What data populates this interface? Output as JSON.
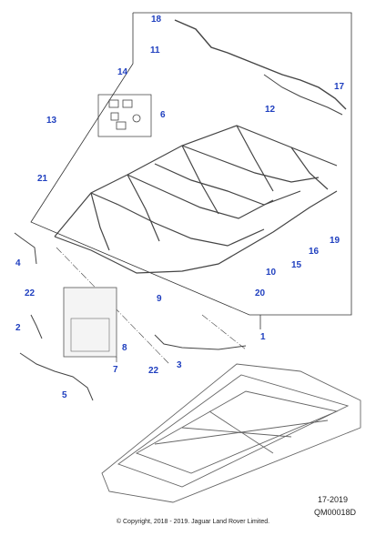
{
  "callouts": [
    {
      "id": "1",
      "label": "1"
    },
    {
      "id": "2",
      "label": "2"
    },
    {
      "id": "3",
      "label": "3"
    },
    {
      "id": "4",
      "label": "4"
    },
    {
      "id": "5",
      "label": "5"
    },
    {
      "id": "6",
      "label": "6"
    },
    {
      "id": "7",
      "label": "7"
    },
    {
      "id": "8",
      "label": "8"
    },
    {
      "id": "9",
      "label": "9"
    },
    {
      "id": "10",
      "label": "10"
    },
    {
      "id": "11",
      "label": "11"
    },
    {
      "id": "12",
      "label": "12"
    },
    {
      "id": "13",
      "label": "13"
    },
    {
      "id": "14",
      "label": "14"
    },
    {
      "id": "15",
      "label": "15"
    },
    {
      "id": "16",
      "label": "16"
    },
    {
      "id": "17",
      "label": "17"
    },
    {
      "id": "18",
      "label": "18"
    },
    {
      "id": "19",
      "label": "19"
    },
    {
      "id": "20",
      "label": "20"
    },
    {
      "id": "21",
      "label": "21"
    },
    {
      "id": "22a",
      "label": "22"
    },
    {
      "id": "22b",
      "label": "22"
    }
  ],
  "footer": {
    "date_code": "17-2019",
    "ref_code": "QM00018D",
    "copyright": "© Copyright, 2018 - 2019. Jaguar Land Rover Limited."
  },
  "colors": {
    "callout": "#1f3fbf",
    "line": "#333333",
    "drawing": "#555555"
  }
}
